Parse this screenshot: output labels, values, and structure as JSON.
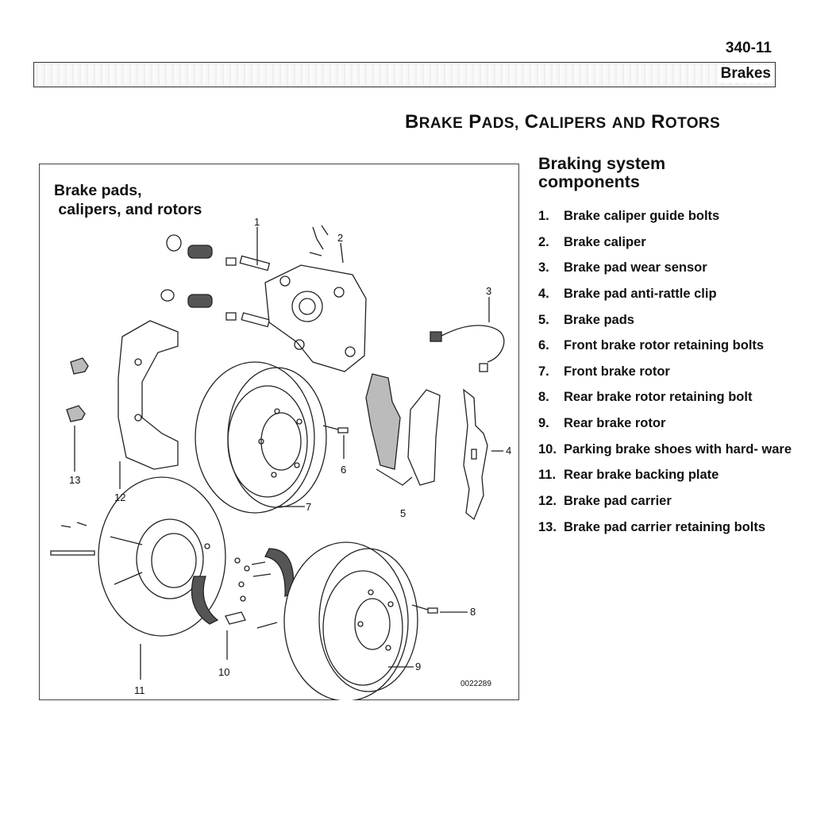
{
  "header": {
    "page_number": "340-11",
    "section": "Brakes"
  },
  "title": {
    "word1_cap": "B",
    "word1_rest": "RAKE",
    "word2_cap": "P",
    "word2_rest": "ADS,",
    "word3_cap": "C",
    "word3_rest": "ALIPERS",
    "word4": "AND",
    "word5_cap": "R",
    "word5_rest": "OTORS"
  },
  "figure": {
    "caption": "Brake pads,\n calipers, and rotors",
    "code": "0022289",
    "callouts": [
      "1",
      "2",
      "3",
      "4",
      "5",
      "6",
      "7",
      "8",
      "9",
      "10",
      "11",
      "12",
      "13"
    ]
  },
  "components": {
    "heading": "Braking system\ncomponents",
    "items": [
      {
        "num": "1.",
        "text": "Brake caliper guide bolts"
      },
      {
        "num": "2.",
        "text": "Brake caliper"
      },
      {
        "num": "3.",
        "text": "Brake pad wear sensor"
      },
      {
        "num": "4.",
        "text": "Brake pad anti-rattle clip"
      },
      {
        "num": "5.",
        "text": "Brake pads"
      },
      {
        "num": "6.",
        "text": "Front brake rotor retaining bolts"
      },
      {
        "num": "7.",
        "text": "Front brake rotor"
      },
      {
        "num": "8.",
        "text": "Rear brake rotor retaining bolt"
      },
      {
        "num": "9.",
        "text": "Rear brake rotor"
      },
      {
        "num": "10.",
        "text": "Parking brake shoes with hard- ware"
      },
      {
        "num": "11.",
        "text": "Rear brake backing plate"
      },
      {
        "num": "12.",
        "text": "Brake pad carrier"
      },
      {
        "num": "13.",
        "text": "Brake pad carrier retaining bolts"
      }
    ]
  }
}
